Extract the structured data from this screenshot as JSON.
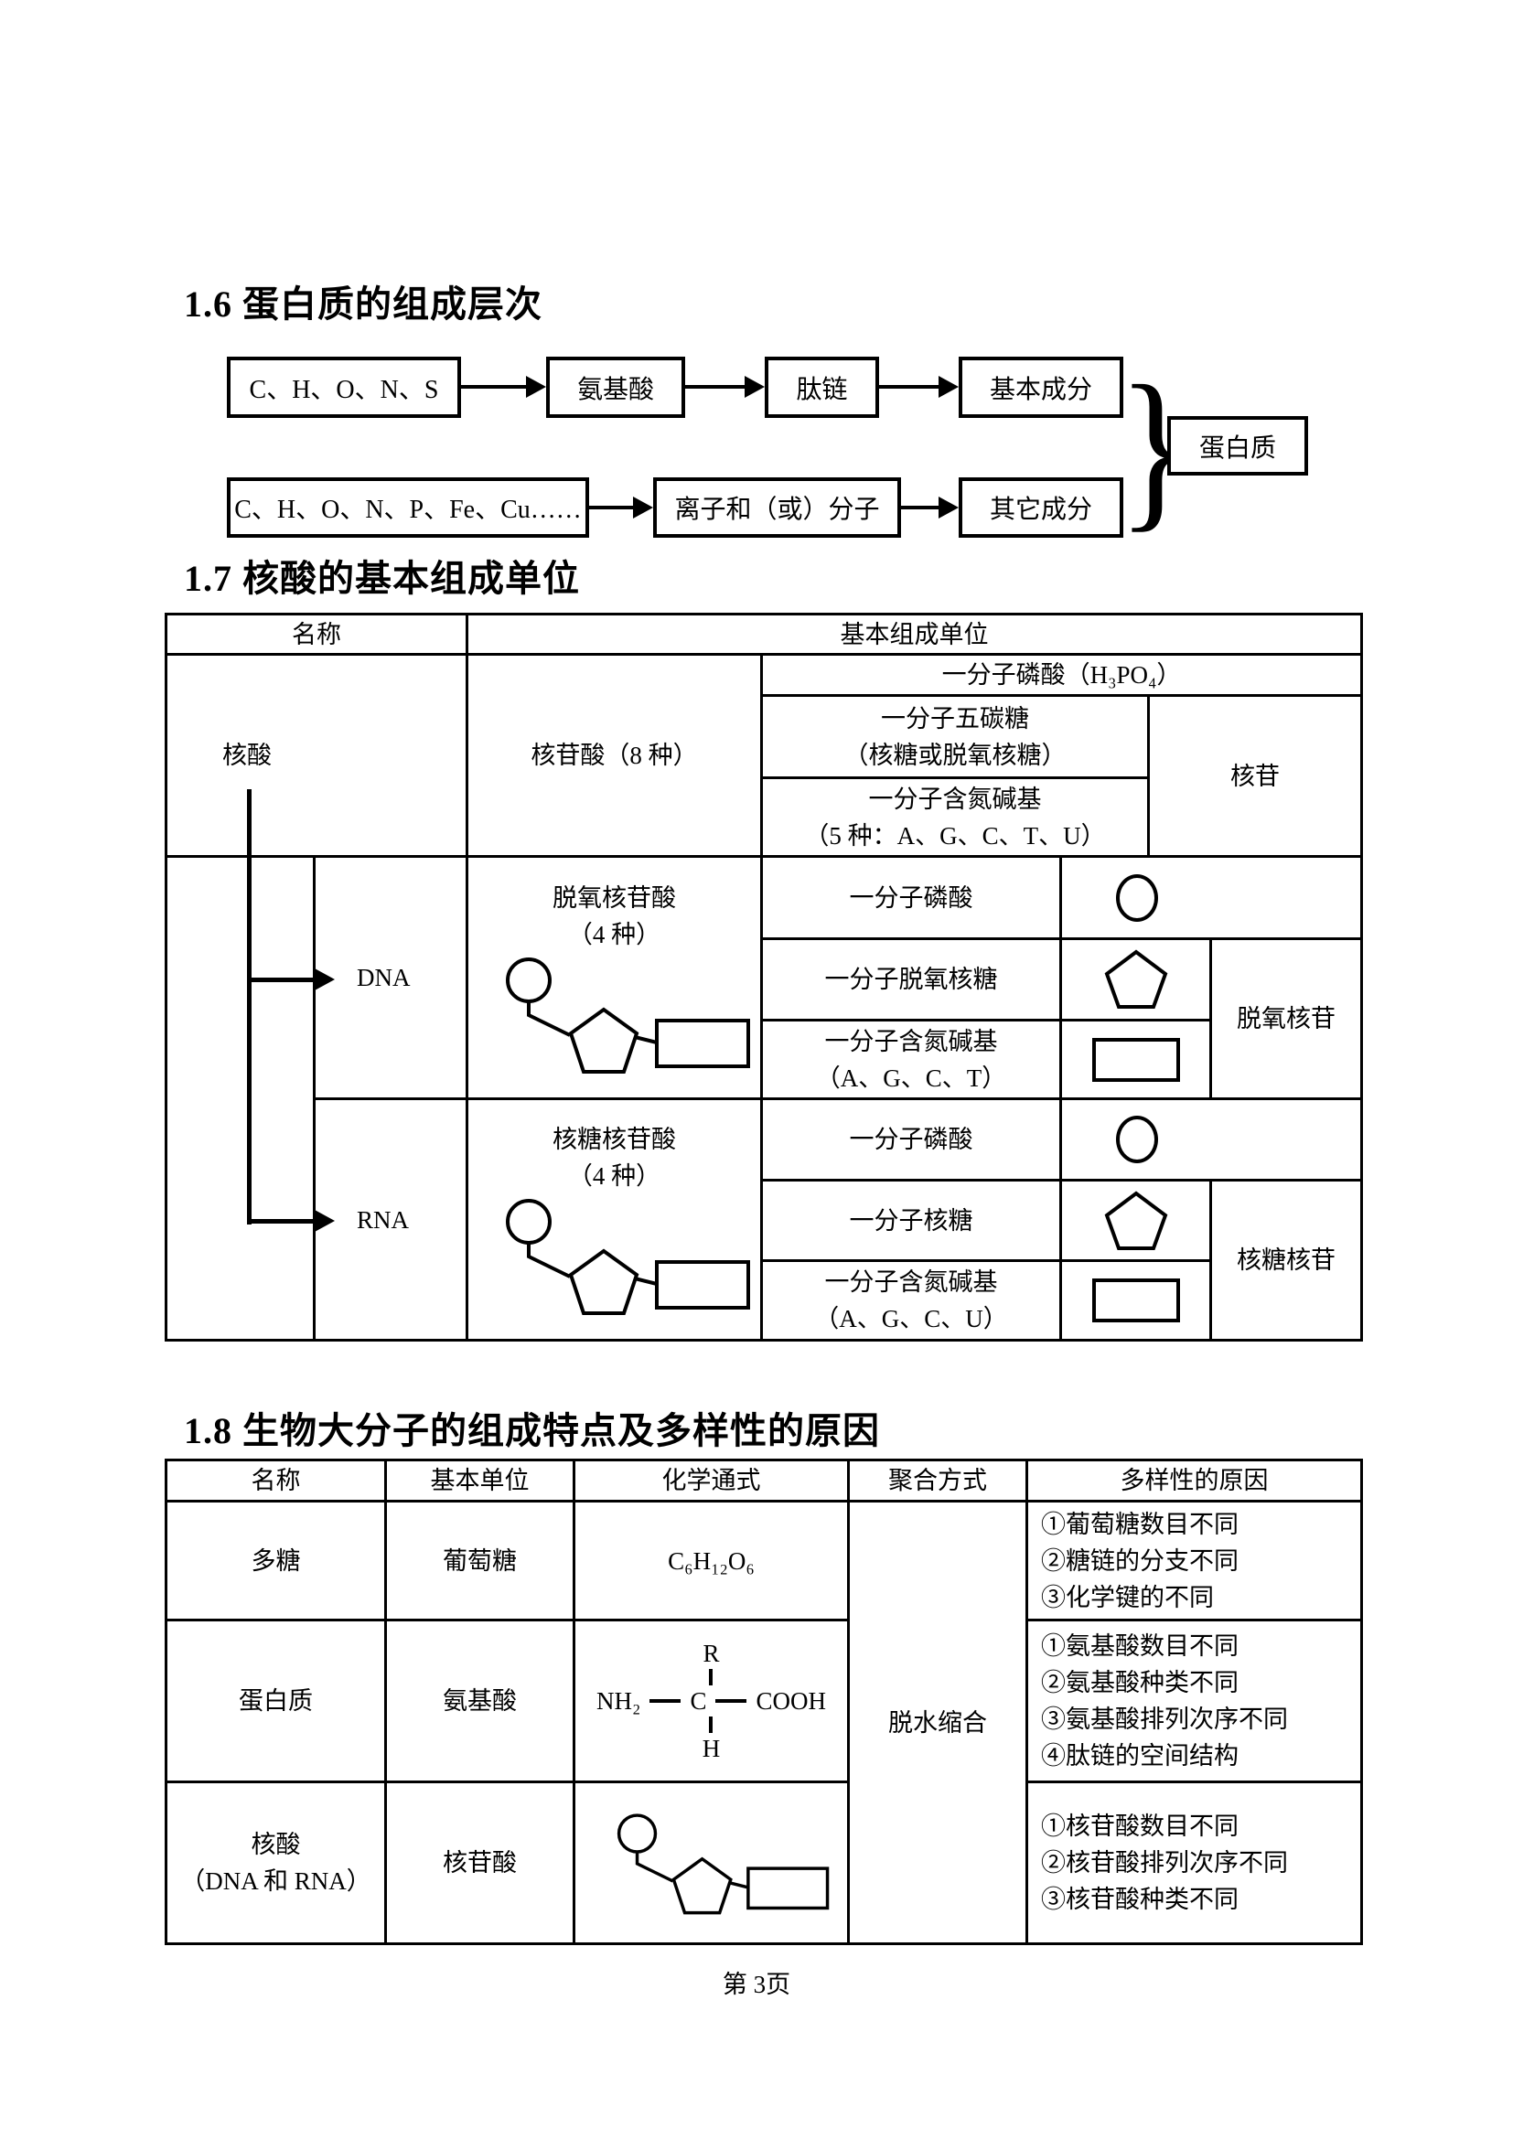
{
  "page": {
    "footer": "第 3页"
  },
  "icons": {
    "phosphate": "circle",
    "pentose_sugar": "pentagon",
    "nitrogen_base": "rectangle",
    "flow_arrow": "right-arrow",
    "merge_brace": "}"
  },
  "s16": {
    "title": "1.6 蛋白质的组成层次",
    "flow": {
      "r1b1": "C、H、O、N、S",
      "r1b2": "氨基酸",
      "r1b3": "肽链",
      "r1b4": "基本成分",
      "r2b1": "C、H、O、N、P、Fe、Cu……",
      "r2b2": "离子和（或）分子",
      "r2b3": "其它成分",
      "result": "蛋白质"
    }
  },
  "s17": {
    "title": "1.7 核酸的基本组成单位",
    "header": {
      "name": "名称",
      "unit": "基本组成单位"
    },
    "blockA": {
      "name": "核酸",
      "unit": "核苷酸（8 种）",
      "phosphate": "一分子磷酸（H₃PO₄）",
      "sugar1": "一分子五碳糖",
      "sugar2": "（核糖或脱氧核糖）",
      "base1": "一分子含氮碱基",
      "base2": "（5 种：A、G、C、T、U）",
      "nucleoside": "核苷"
    },
    "blockB": {
      "label": "DNA",
      "unit1": "脱氧核苷酸",
      "unit2": "（4 种）",
      "phosphate": "一分子磷酸",
      "sugar": "一分子脱氧核糖",
      "base1": "一分子含氮碱基",
      "base2": "（A、G、C、T）",
      "nucleoside": "脱氧核苷"
    },
    "blockC": {
      "label": "RNA",
      "unit1": "核糖核苷酸",
      "unit2": "（4 种）",
      "phosphate": "一分子磷酸",
      "sugar": "一分子核糖",
      "base1": "一分子含氮碱基",
      "base2": "（A、G、C、U）",
      "nucleoside": "核糖核苷"
    }
  },
  "s18": {
    "title": "1.8 生物大分子的组成特点及多样性的原因",
    "headers": [
      "名称",
      "基本单位",
      "化学通式",
      "聚合方式",
      "多样性的原因"
    ],
    "polymerization": "脱水缩合",
    "amino": {
      "r": "R",
      "nh2": "NH₂",
      "c": "C",
      "cooh": "COOH",
      "h": "H"
    },
    "rows": [
      {
        "name1": "多糖",
        "unit": "葡萄糖",
        "formula": "C₆H₁₂O₆",
        "reasons": [
          "①葡萄糖数目不同",
          "②糖链的分支不同",
          "③化学键的不同"
        ]
      },
      {
        "name1": "蛋白质",
        "unit": "氨基酸",
        "reasons": [
          "①氨基酸数目不同",
          "②氨基酸种类不同",
          "③氨基酸排列次序不同",
          "④肽链的空间结构"
        ]
      },
      {
        "name1": "核酸",
        "name2": "（DNA 和 RNA）",
        "unit": "核苷酸",
        "reasons": [
          "①核苷酸数目不同",
          "②核苷酸排列次序不同",
          "③核苷酸种类不同"
        ]
      }
    ]
  }
}
